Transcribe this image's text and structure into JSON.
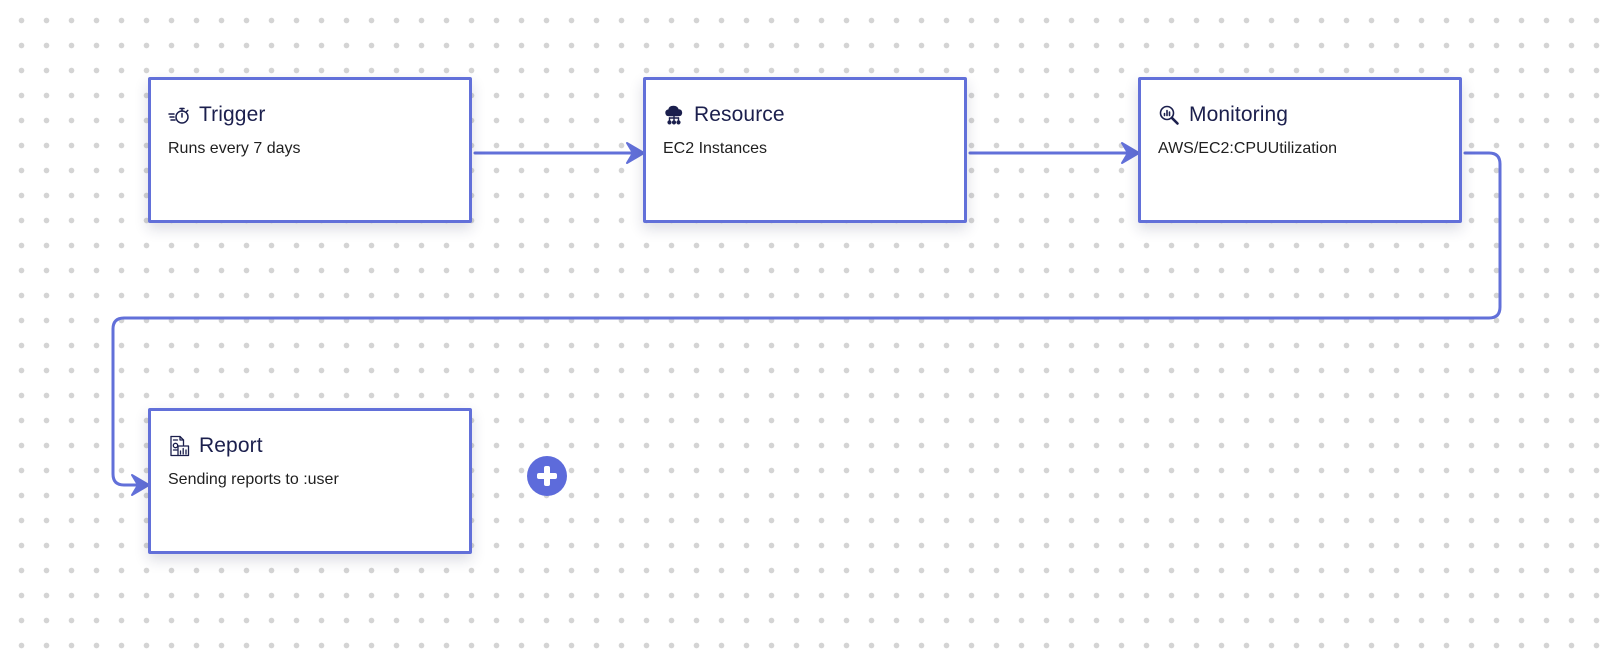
{
  "flow": {
    "accent_color": "#6270d9",
    "add_button": {
      "icon": "plus-circle-icon",
      "color": "#5d6bdb"
    },
    "steps": [
      {
        "id": "trigger",
        "icon": "stopwatch-speed-icon",
        "title": "Trigger",
        "description": "Runs every 7 days"
      },
      {
        "id": "resource",
        "icon": "cloud-network-icon",
        "title": "Resource",
        "description": "EC2 Instances"
      },
      {
        "id": "monitoring",
        "icon": "magnify-chart-icon",
        "title": "Monitoring",
        "description": "AWS/EC2:CPUUtilization"
      },
      {
        "id": "report",
        "icon": "report-chart-icon",
        "title": "Report",
        "description": "Sending reports to :user"
      }
    ]
  }
}
